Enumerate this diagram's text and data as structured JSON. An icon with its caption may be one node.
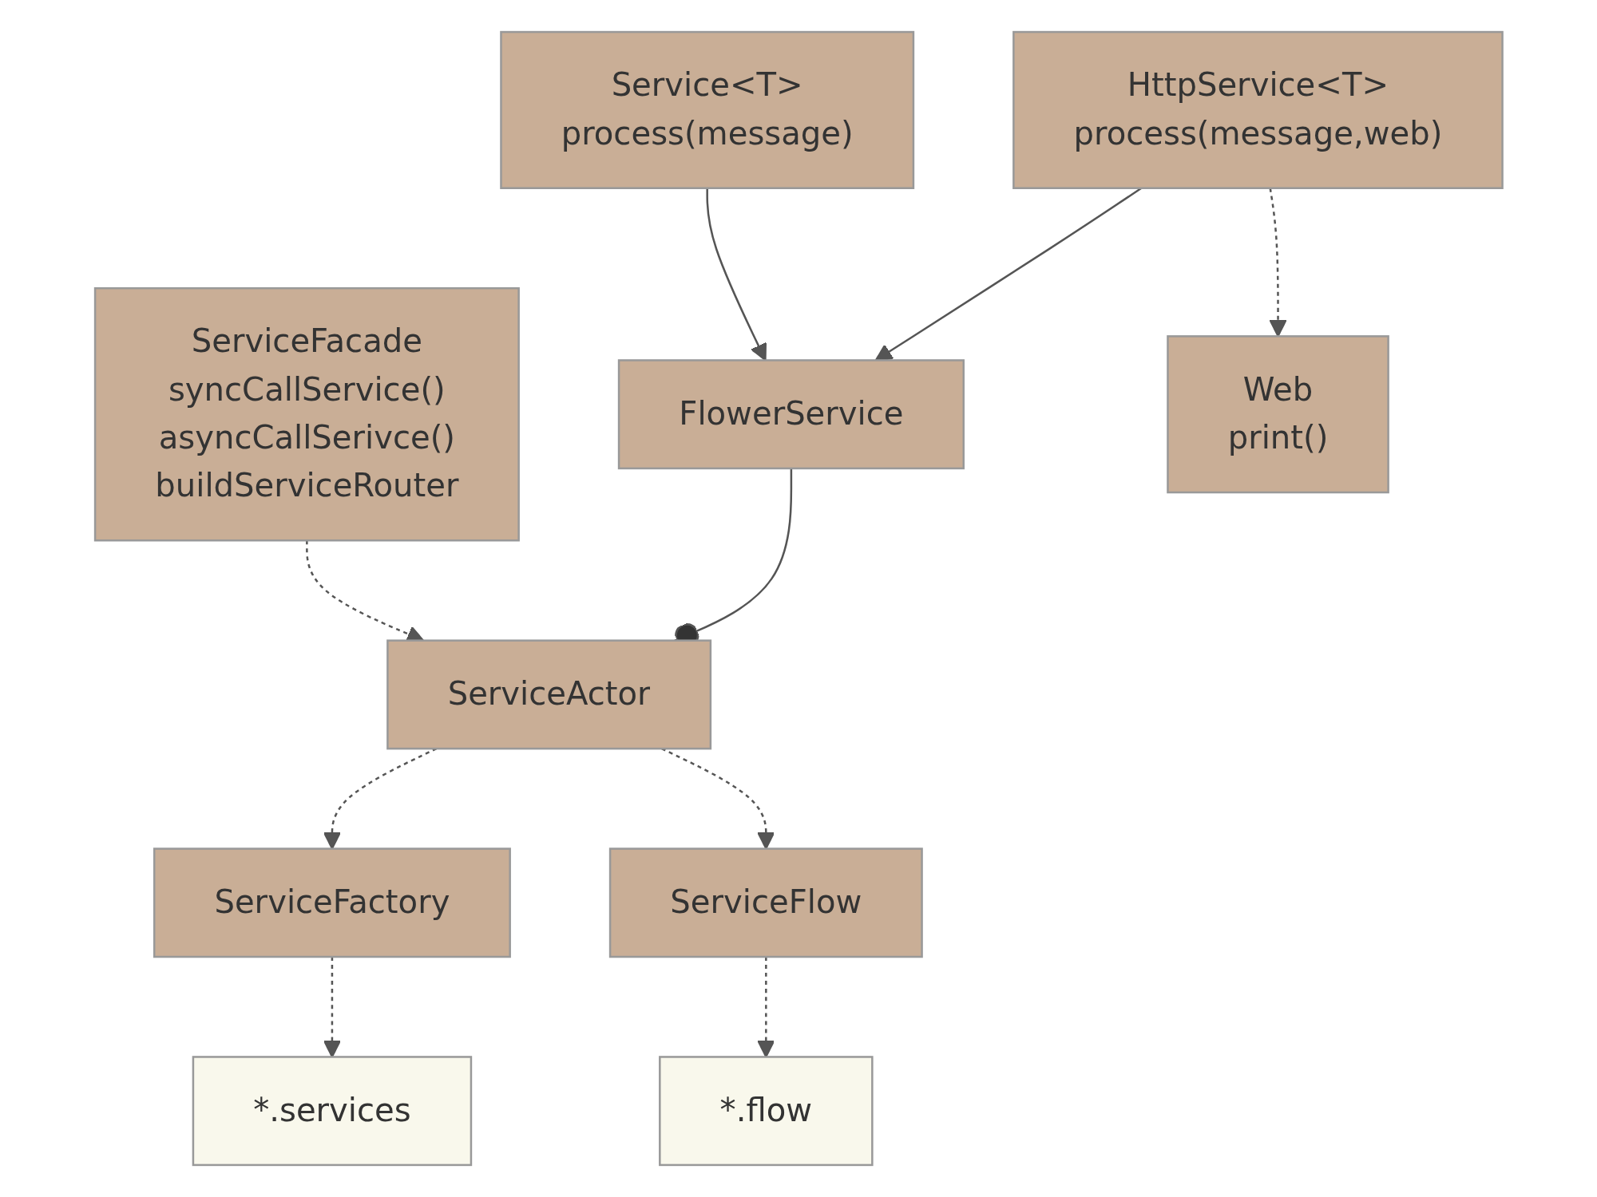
{
  "diagram": {
    "nodes": [
      {
        "text": [
          "ServiceFacade",
          "syncCallService()",
          "asyncCallSerivce()",
          "buildServiceRouter"
        ]
      },
      {
        "text": [
          "*.services"
        ]
      },
      {
        "text": [
          "ServiceFactory"
        ]
      },
      {
        "text": [
          "ServiceActor"
        ]
      },
      {
        "text": [
          "FlowerService"
        ]
      },
      {
        "text": [
          "ServiceFlow"
        ]
      },
      {
        "text": [
          "Service<T>",
          "process(message)"
        ]
      },
      {
        "text": [
          "HttpService<T>",
          "process(message,web)"
        ]
      },
      {
        "text": [
          "*.flow"
        ]
      },
      {
        "text": [
          "Web",
          "print()"
        ]
      }
    ],
    "edges": [
      {
        "from": 0,
        "to": 3,
        "arrow": "to",
        "style": "dashed"
      },
      {
        "from": 3,
        "to": 2,
        "arrow": "to",
        "style": "dashed"
      },
      {
        "from": 3,
        "to": 5,
        "arrow": "to",
        "style": "dashed"
      },
      {
        "from": 2,
        "to": 1,
        "arrow": "to",
        "style": "dashed"
      },
      {
        "from": 5,
        "to": 8,
        "arrow": "to",
        "style": "dashed"
      },
      {
        "from": 4,
        "to": 3,
        "arrow": "other"
      },
      {
        "from": 6,
        "to": 4,
        "arrow": "to"
      },
      {
        "from": 7,
        "to": 4,
        "arrow": "to"
      },
      {
        "from": 7,
        "to": 9,
        "arrow": "to",
        "style": "dashed"
      }
    ]
  }
}
